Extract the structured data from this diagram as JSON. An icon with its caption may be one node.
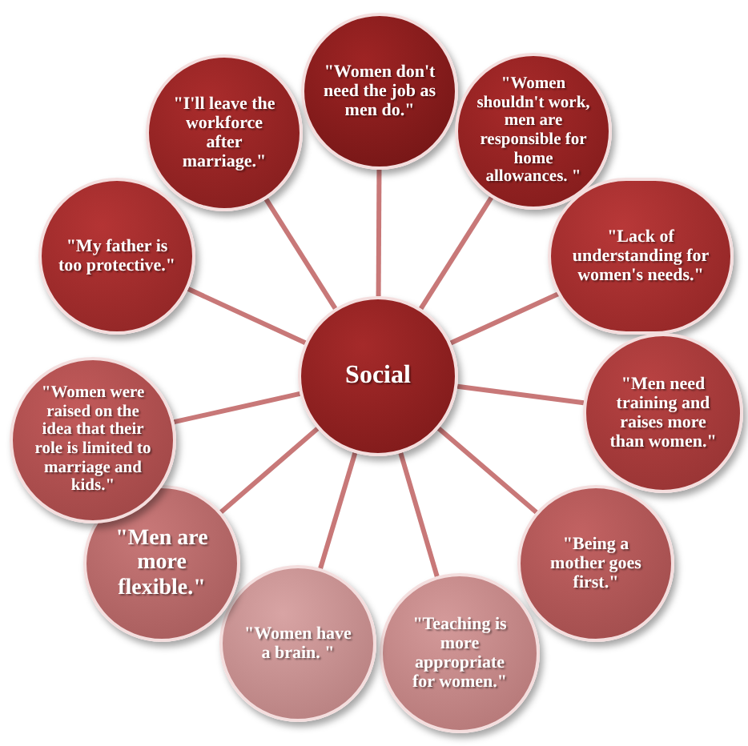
{
  "diagram": {
    "nodes": [
      {
        "text": [
          "Social"
        ]
      },
      {
        "text": [
          "\"Women don't need the job as men do.\""
        ]
      },
      {
        "text": [
          "\"Women shouldn't work, men are responsible for home allowances. \""
        ]
      },
      {
        "text": [
          "\"Lack of understanding for women's needs.\""
        ]
      },
      {
        "text": [
          "\"Men need training and raises more than women.\""
        ]
      },
      {
        "text": [
          "\"Being a mother goes first.\""
        ]
      },
      {
        "text": [
          "\"Teaching is more appropriate for women.\""
        ]
      },
      {
        "text": [
          "\"Women have a brain. \""
        ]
      },
      {
        "text": [
          "\"Men are more flexible.\""
        ]
      },
      {
        "text": [
          "\"Women were raised on the idea that their role is limited to marriage and kids.\""
        ]
      },
      {
        "text": [
          "\"My father is too protective.\""
        ]
      },
      {
        "text": [
          "\"I'll leave the workforce after marriage.\""
        ]
      }
    ],
    "edges": [
      {
        "from": 0,
        "to": 1,
        "arrow": "none"
      },
      {
        "from": 0,
        "to": 2,
        "arrow": "none"
      },
      {
        "from": 0,
        "to": 3,
        "arrow": "none"
      },
      {
        "from": 0,
        "to": 4,
        "arrow": "none"
      },
      {
        "from": 0,
        "to": 5,
        "arrow": "none"
      },
      {
        "from": 0,
        "to": 6,
        "arrow": "none"
      },
      {
        "from": 0,
        "to": 7,
        "arrow": "none"
      },
      {
        "from": 0,
        "to": 8,
        "arrow": "none"
      },
      {
        "from": 0,
        "to": 9,
        "arrow": "none"
      },
      {
        "from": 0,
        "to": 10,
        "arrow": "none"
      },
      {
        "from": 0,
        "to": 11,
        "arrow": "none"
      }
    ]
  }
}
